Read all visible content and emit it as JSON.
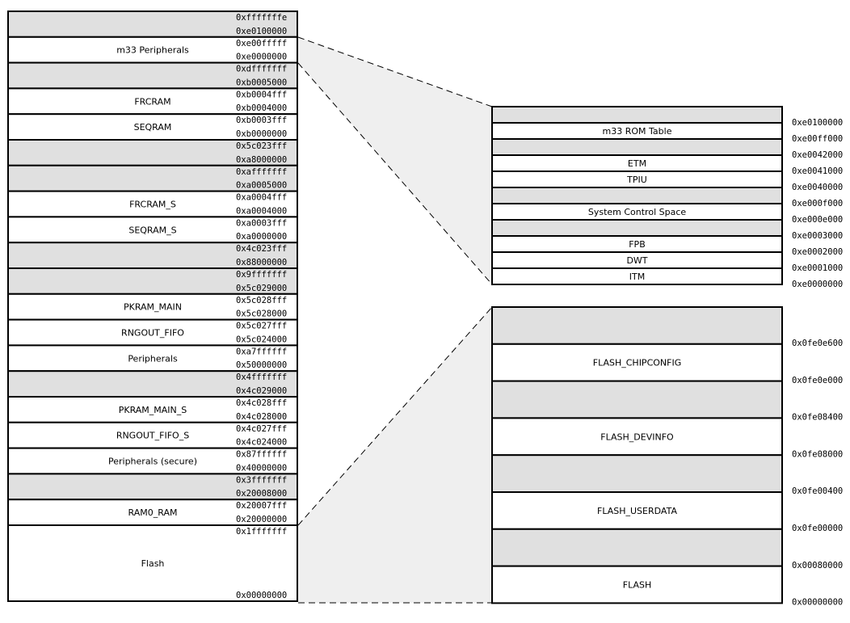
{
  "colors": {
    "reserved": "#e0e0e0",
    "region": "#ffffff",
    "border": "#000000",
    "zoom_fill": "#efefef"
  },
  "left_map": [
    {
      "label": "",
      "top": "0xfffffffe",
      "bottom": "0xe0100000",
      "reserved": true
    },
    {
      "label": "m33 Peripherals",
      "top": "0xe00fffff",
      "bottom": "0xe0000000",
      "reserved": false
    },
    {
      "label": "",
      "top": "0xdfffffff",
      "bottom": "0xb0005000",
      "reserved": true
    },
    {
      "label": "FRCRAM",
      "top": "0xb0004fff",
      "bottom": "0xb0004000",
      "reserved": false
    },
    {
      "label": "SEQRAM",
      "top": "0xb0003fff",
      "bottom": "0xb0000000",
      "reserved": false
    },
    {
      "label": "",
      "top": "0x5c023fff",
      "bottom": "0xa8000000",
      "reserved": true
    },
    {
      "label": "",
      "top": "0xafffffff",
      "bottom": "0xa0005000",
      "reserved": true
    },
    {
      "label": "FRCRAM_S",
      "top": "0xa0004fff",
      "bottom": "0xa0004000",
      "reserved": false
    },
    {
      "label": "SEQRAM_S",
      "top": "0xa0003fff",
      "bottom": "0xa0000000",
      "reserved": false
    },
    {
      "label": "",
      "top": "0x4c023fff",
      "bottom": "0x88000000",
      "reserved": true
    },
    {
      "label": "",
      "top": "0x9fffffff",
      "bottom": "0x5c029000",
      "reserved": true
    },
    {
      "label": "PKRAM_MAIN",
      "top": "0x5c028fff",
      "bottom": "0x5c028000",
      "reserved": false
    },
    {
      "label": "RNGOUT_FIFO",
      "top": "0x5c027fff",
      "bottom": "0x5c024000",
      "reserved": false
    },
    {
      "label": "Peripherals",
      "top": "0xa7ffffff",
      "bottom": "0x50000000",
      "reserved": false
    },
    {
      "label": "",
      "top": "0x4fffffff",
      "bottom": "0x4c029000",
      "reserved": true
    },
    {
      "label": "PKRAM_MAIN_S",
      "top": "0x4c028fff",
      "bottom": "0x4c028000",
      "reserved": false
    },
    {
      "label": "RNGOUT_FIFO_S",
      "top": "0x4c027fff",
      "bottom": "0x4c024000",
      "reserved": false
    },
    {
      "label": "Peripherals (secure)",
      "top": "0x87ffffff",
      "bottom": "0x40000000",
      "reserved": false
    },
    {
      "label": "",
      "top": "0x3fffffff",
      "bottom": "0x20008000",
      "reserved": true
    },
    {
      "label": "RAM0_RAM",
      "top": "0x20007fff",
      "bottom": "0x20000000",
      "reserved": false
    },
    {
      "label": "Flash",
      "top": "0x1fffffff",
      "bottom": "0x00000000",
      "reserved": false,
      "tall": true
    }
  ],
  "top_right_map": {
    "regions": [
      {
        "label": "",
        "reserved": true
      },
      {
        "label": "m33 ROM Table",
        "reserved": false
      },
      {
        "label": "",
        "reserved": true
      },
      {
        "label": "ETM",
        "reserved": false
      },
      {
        "label": "TPIU",
        "reserved": false
      },
      {
        "label": "",
        "reserved": true
      },
      {
        "label": "System Control Space",
        "reserved": false
      },
      {
        "label": "",
        "reserved": true
      },
      {
        "label": "FPB",
        "reserved": false
      },
      {
        "label": "DWT",
        "reserved": false
      },
      {
        "label": "ITM",
        "reserved": false
      }
    ],
    "addresses": [
      "0xe0100000",
      "0xe00ff000",
      "0xe0042000",
      "0xe0041000",
      "0xe0040000",
      "0xe000f000",
      "0xe000e000",
      "0xe0003000",
      "0xe0002000",
      "0xe0001000",
      "0xe0000000"
    ]
  },
  "bottom_right_map": {
    "regions": [
      {
        "label": "",
        "reserved": true
      },
      {
        "label": "FLASH_CHIPCONFIG",
        "reserved": false
      },
      {
        "label": "",
        "reserved": true
      },
      {
        "label": "FLASH_DEVINFO",
        "reserved": false
      },
      {
        "label": "",
        "reserved": true
      },
      {
        "label": "FLASH_USERDATA",
        "reserved": false
      },
      {
        "label": "",
        "reserved": true
      },
      {
        "label": "FLASH",
        "reserved": false
      }
    ],
    "addresses": [
      "0x0fe0e600",
      "0x0fe0e000",
      "0x0fe08400",
      "0x0fe08000",
      "0x0fe00400",
      "0x0fe00000",
      "0x00080000",
      "0x00000000"
    ]
  }
}
